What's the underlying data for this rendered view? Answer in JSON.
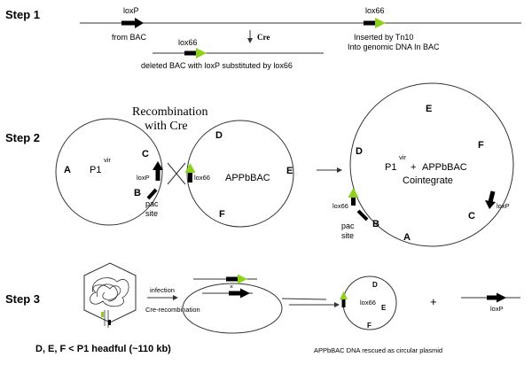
{
  "colors": {
    "lox66": "#8fd11a",
    "loxP": "#000000",
    "line": "#333333"
  },
  "step1": {
    "label": "Step 1",
    "loxp_top": "loxP",
    "lox66_top": "lox66",
    "from_bac": "from BAC",
    "cre": "Cre",
    "inserted_1": "Inserted by Tn10",
    "inserted_2": "Into genomic DNA In BAC",
    "lox66_bottom": "lox66",
    "deleted_caption": "deleted BAC with loxP substituted by lox66"
  },
  "step2": {
    "label": "Step 2",
    "recomb_1": "Recombination",
    "recomb_2": "with Cre",
    "c1": {
      "A": "A",
      "B": "B",
      "C": "C",
      "p1": "P1",
      "vir": "vir",
      "loxp": "loxP",
      "pac": "pac",
      "site": "site"
    },
    "c2": {
      "D": "D",
      "E": "E",
      "F": "F",
      "name": "APPbBAC",
      "lox66": "lox66"
    },
    "c3": {
      "E": "E",
      "D": "D",
      "F": "F",
      "C": "C",
      "B": "B",
      "A": "A",
      "p1": "P1",
      "vir": "vir",
      "plus": "+",
      "name": "APPbBAC",
      "cointegrate": "Cointegrate",
      "lox66": "lox66",
      "loxp": "loxP",
      "pac": "pac",
      "site": "site"
    }
  },
  "step3": {
    "label": "Step 3",
    "infection": "infection",
    "cre_recomb": "Cre-recombination",
    "D": "D",
    "E": "E",
    "F": "F",
    "lox66": "lox66",
    "plus": "+",
    "loxp": "loxP",
    "headful": "D, E, F < P1 headful (~110 kb)",
    "rescued": "APPbBAC DNA rescued as circular plasmid"
  }
}
